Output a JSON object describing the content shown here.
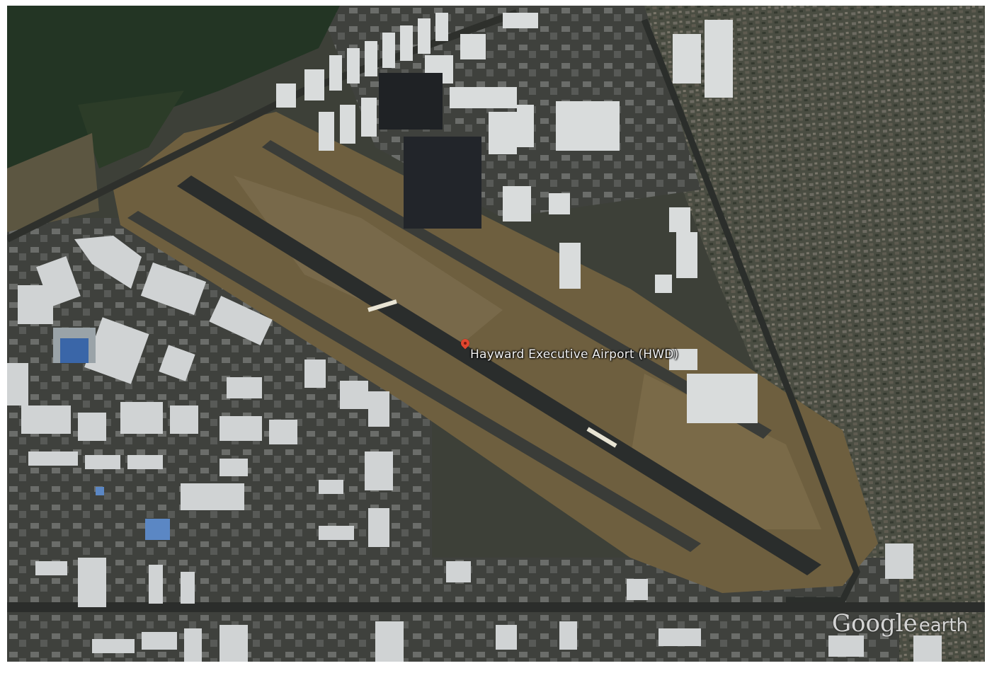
{
  "map": {
    "type": "satellite",
    "placemark": {
      "label": "Hayward Executive Airport (HWD)",
      "icon": "map-pin-icon",
      "color": "#e2462f"
    },
    "watermark": {
      "brand": "Google",
      "product": "earth"
    },
    "colors": {
      "airfield_grass": "#6e5f3f",
      "runway": "#2a2d2c",
      "urban": "#3d4038",
      "rooftops": "#d9dcdc",
      "trees": "#233524"
    }
  }
}
